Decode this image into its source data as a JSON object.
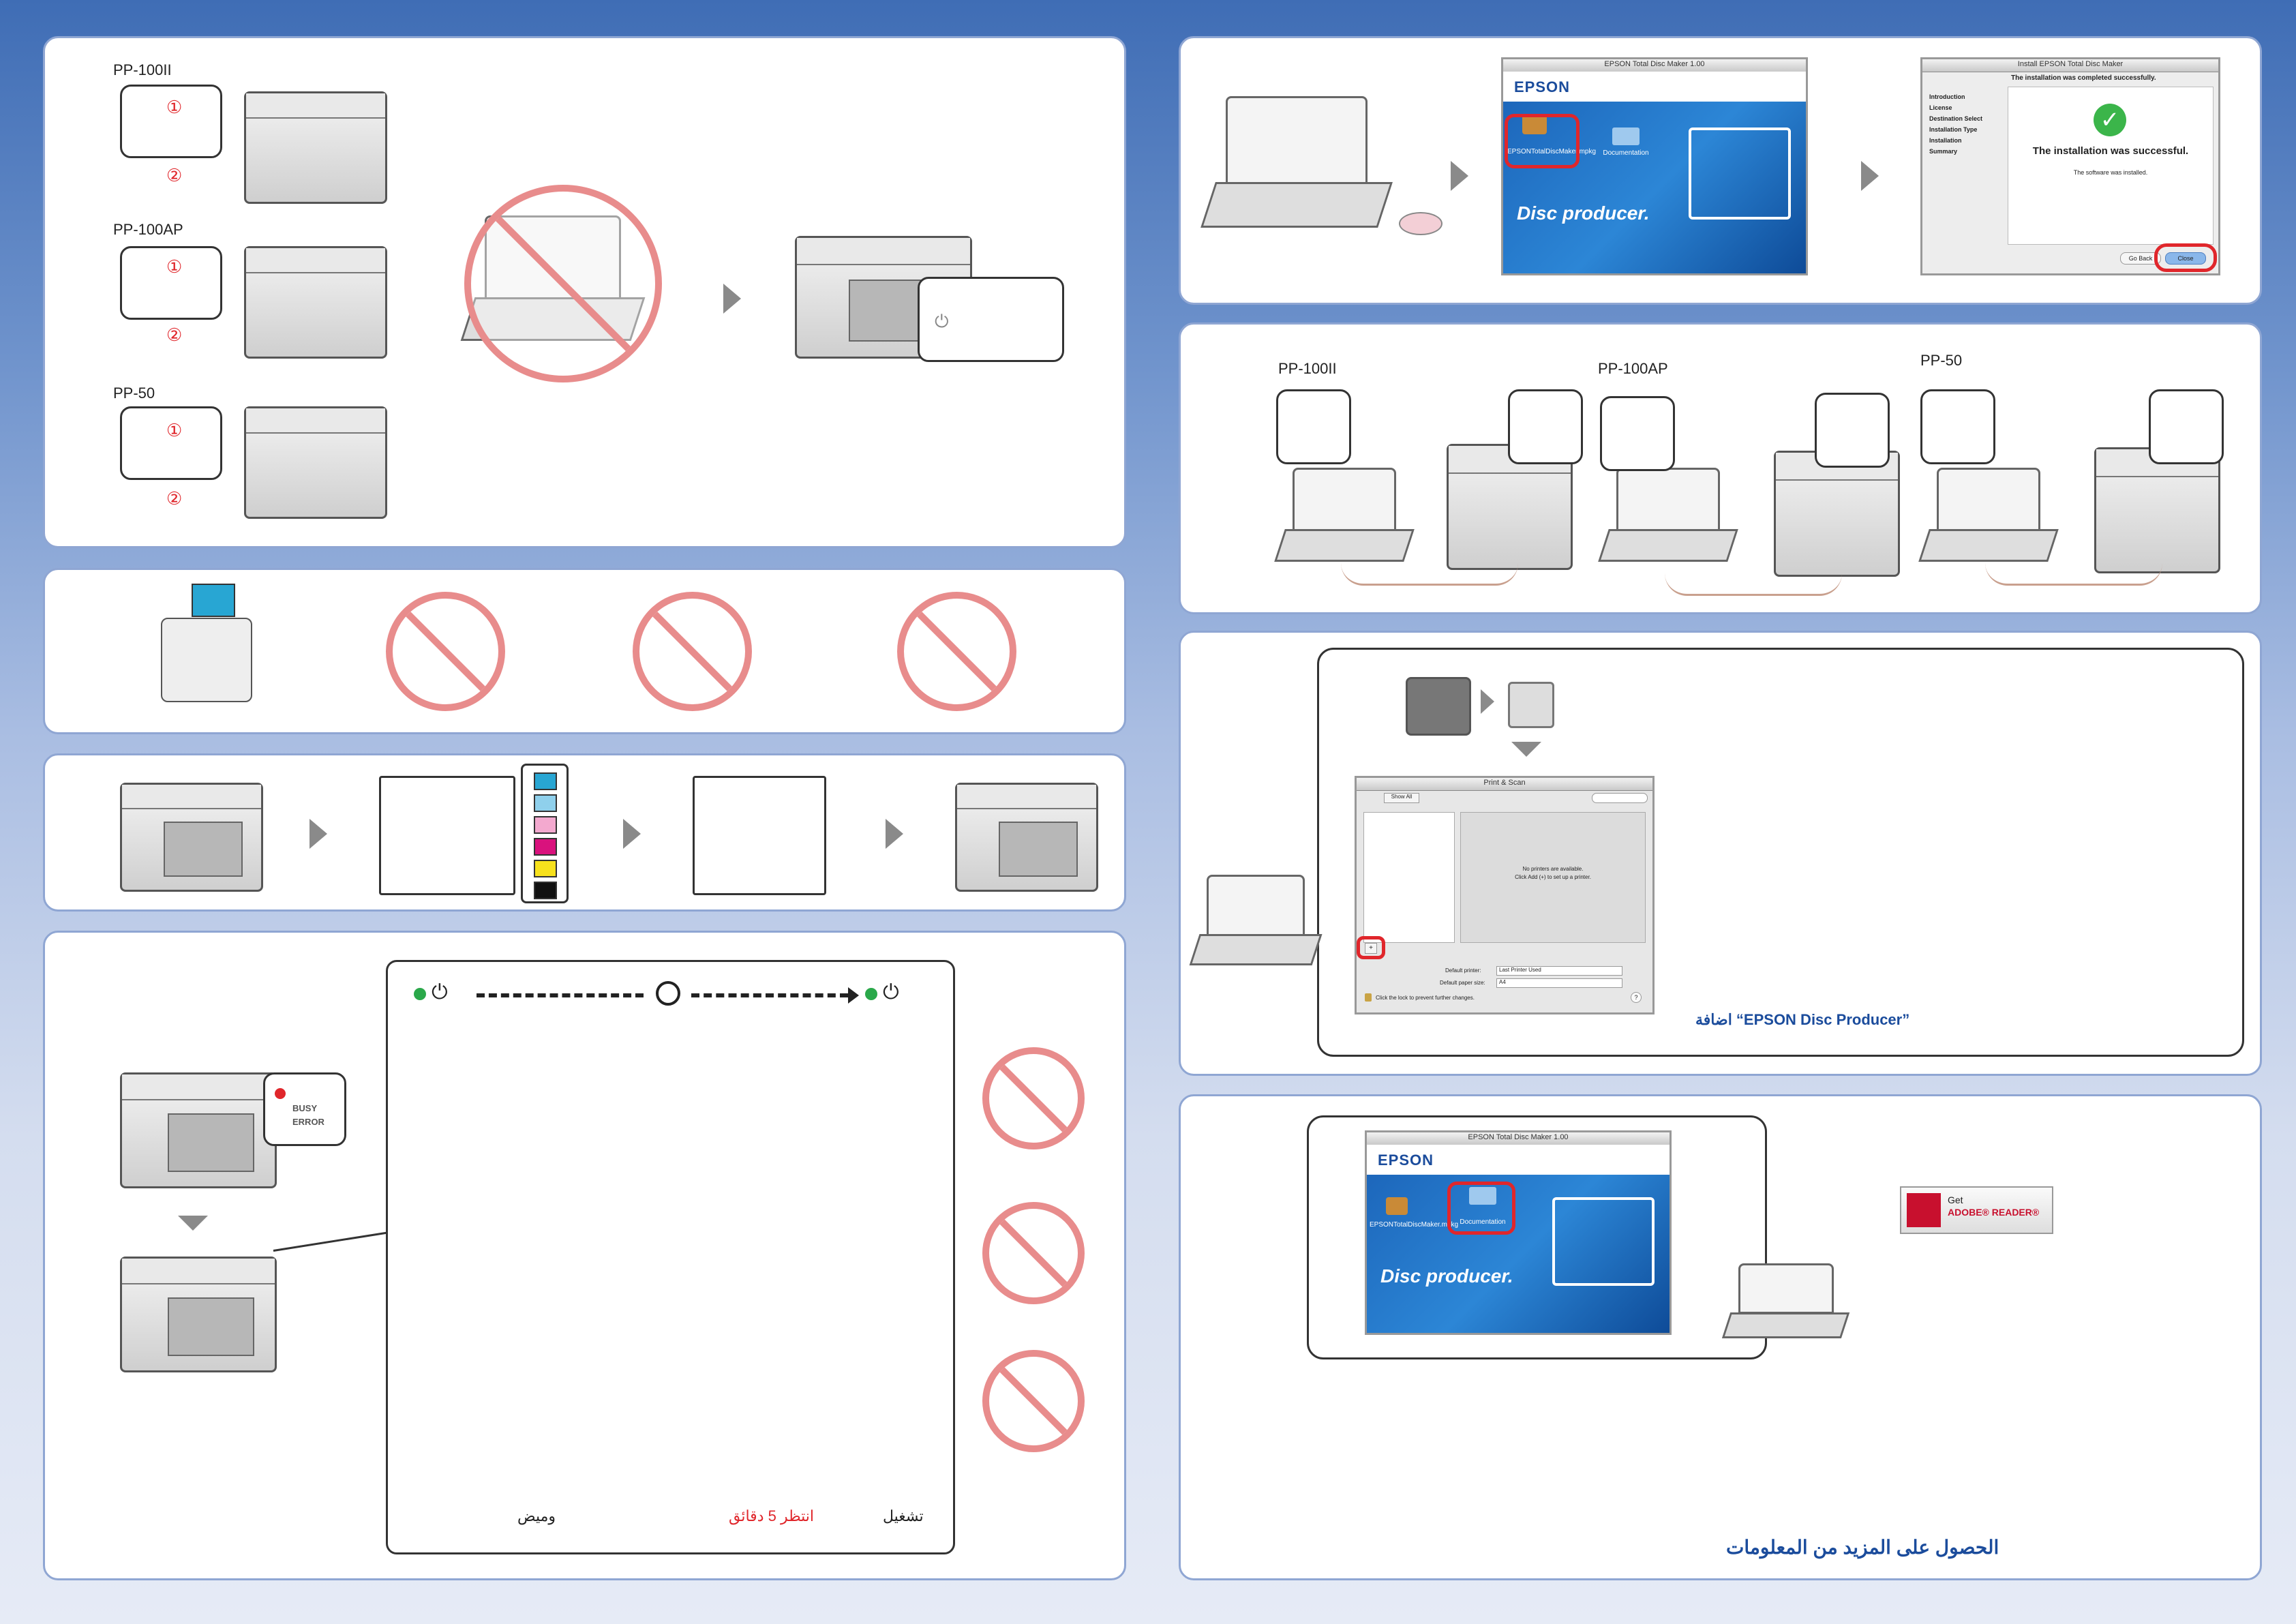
{
  "models": {
    "pp100ii": "PP-100II",
    "pp100ap": "PP-100AP",
    "pp50": "PP-50"
  },
  "callouts": {
    "one": "①",
    "two": "②"
  },
  "installer_window": {
    "title": "EPSON Total Disc Maker 1.00",
    "brand": "EPSON",
    "pkg_label": "EPSONTotalDiscMaker.mpkg",
    "doc_label": "Documentation",
    "product": "Disc producer."
  },
  "install_dialog": {
    "title": "Install EPSON Total Disc Maker",
    "header": "The installation was completed successfully.",
    "steps": [
      "Introduction",
      "License",
      "Destination Select",
      "Installation Type",
      "Installation",
      "Summary"
    ],
    "success": "The installation was successful.",
    "sub": "The software was installed.",
    "go_back": "Go Back",
    "close": "Close"
  },
  "print_scan": {
    "title": "Print & Scan",
    "show_all": "Show All",
    "no_printers": "No printers are available.",
    "click_add": "Click Add (+) to set up a printer.",
    "default_printer_label": "Default printer:",
    "default_printer_value": "Last Printer Used",
    "paper_size_label": "Default paper size:",
    "paper_size_value": "A4",
    "lock_text": "Click the lock to prevent further changes.",
    "plus": "+",
    "help": "?"
  },
  "add_printer_caption": "اضافة “EPSON Disc Producer”",
  "status_lights": {
    "busy": "BUSY",
    "error": "ERROR"
  },
  "timeline": {
    "on": "تشغيل",
    "wait": "انتظر 5 دقائق",
    "blink": "وميض"
  },
  "more_info": "الحصول على المزيد من المعلومات",
  "adobe": {
    "get": "Get",
    "reader": "ADOBE® READER®"
  },
  "ink_brand": "EPSON",
  "colors": {
    "accent_red": "#e0262b",
    "no_sign": "#e88c8c",
    "panel_border": "#8fa6d3",
    "epson_blue": "#1b4c9c"
  }
}
